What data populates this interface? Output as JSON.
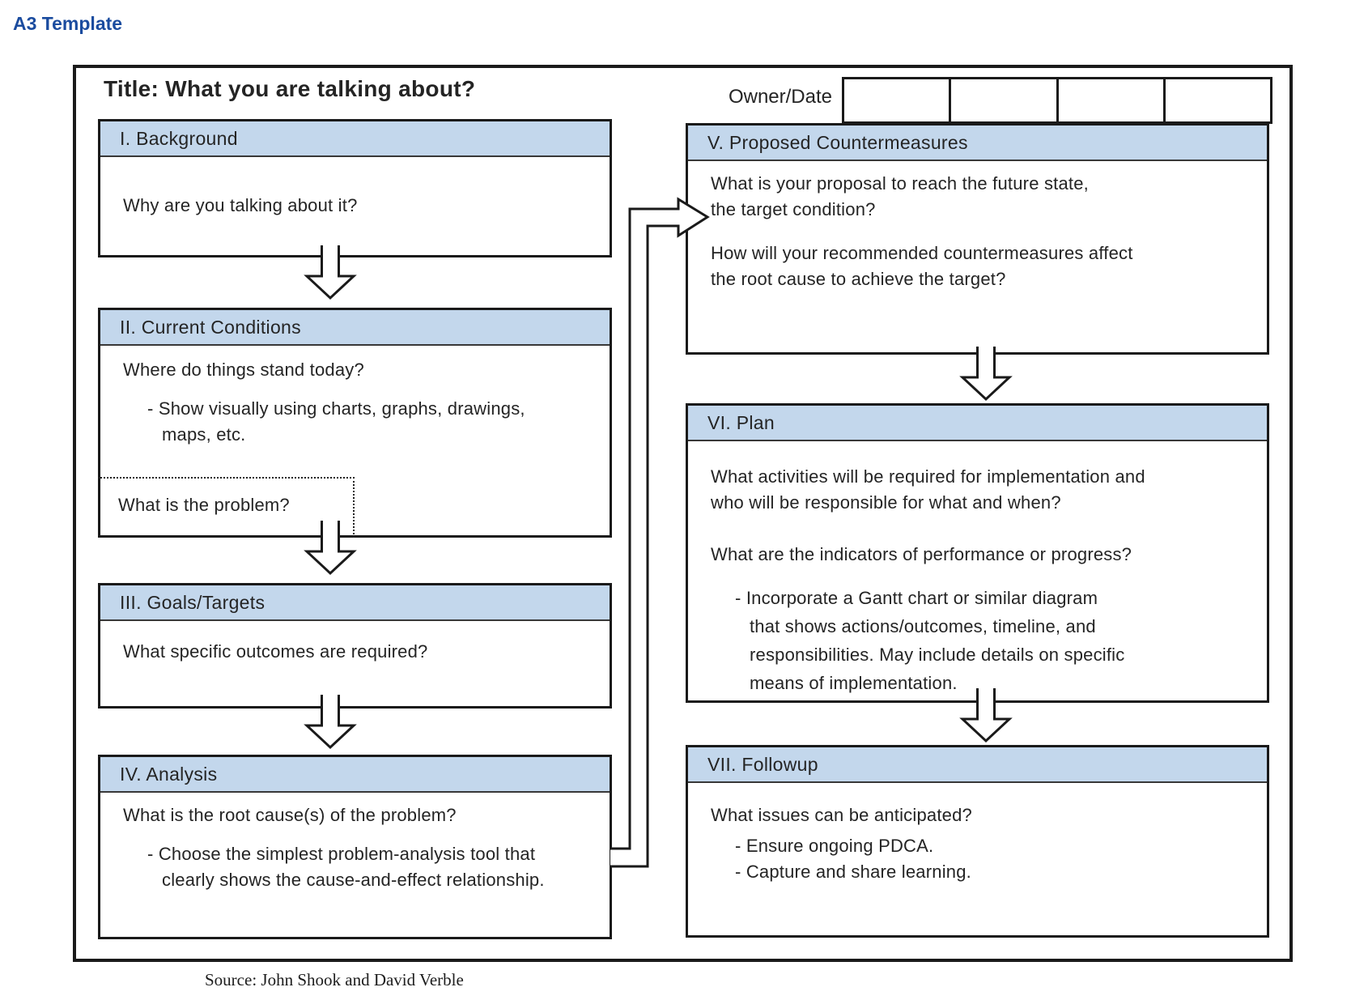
{
  "page_label": "A3 Template",
  "colors": {
    "header_fill": "#c3d7ec",
    "accent_blue": "#1b4c9f",
    "line": "#1a1a1a"
  },
  "canvas": {
    "title": "Title: What you are talking about?",
    "owner_date_label": "Owner/Date",
    "owner_date_cells": 4,
    "source": "Source: John Shook and David Verble"
  },
  "sections": {
    "s1": {
      "header": "I. Background",
      "line1": "Why are you talking about it?"
    },
    "s2": {
      "header": "II. Current Conditions",
      "line1": "Where do things stand today?",
      "bullet1a": "- Show visually using charts, graphs, drawings,",
      "bullet1b": "maps, etc.",
      "problem": "What is the problem?"
    },
    "s3": {
      "header": "III. Goals/Targets",
      "line1": "What specific outcomes are required?"
    },
    "s4": {
      "header": "IV. Analysis",
      "line1": "What is the root cause(s) of the problem?",
      "bullet1a": "- Choose the simplest problem-analysis tool that",
      "bullet1b": "clearly shows the cause-and-effect relationship."
    },
    "s5": {
      "header": "V. Proposed Countermeasures",
      "line1": "What is your proposal to reach the future state,",
      "line2": "the target condition?",
      "line3": "How will your recommended countermeasures affect",
      "line4": "the root cause to achieve the target?"
    },
    "s6": {
      "header": "VI. Plan",
      "line1": "What activities will be required for implementation and",
      "line2": "who will be responsible for what and when?",
      "line3": "What are the indicators of performance or progress?",
      "bullet1a": "- Incorporate a Gantt chart or similar diagram",
      "bullet1b": "that shows actions/outcomes, timeline, and",
      "bullet1c": "responsibilities. May include details on specific",
      "bullet1d": "means of implementation."
    },
    "s7": {
      "header": "VII. Followup",
      "line1": "What issues can be anticipated?",
      "bullet1": "- Ensure ongoing PDCA.",
      "bullet2": "- Capture and share learning."
    }
  }
}
